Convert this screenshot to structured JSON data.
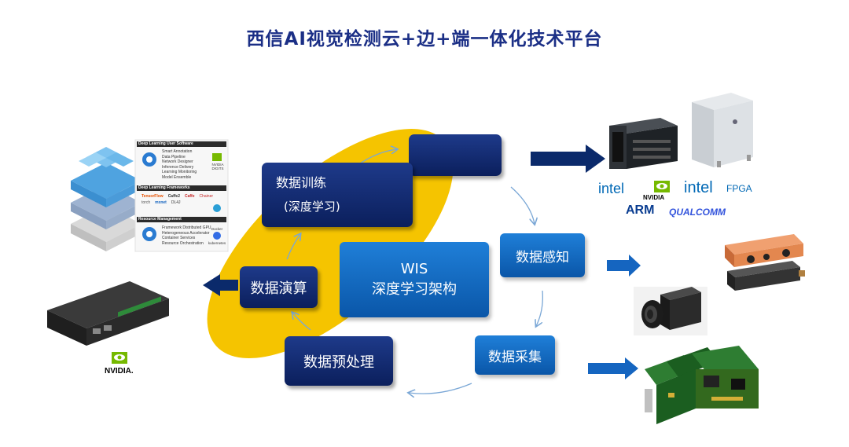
{
  "title": "西信AI视觉检测云+边+端一体化技术平台",
  "nodes": {
    "training": {
      "line1": "数据训练",
      "line2": "(深度学习)"
    },
    "sensing": "数据感知",
    "collection": "数据采集",
    "preprocess": "数据预处理",
    "inference": "数据演算",
    "center": {
      "line1": "WIS",
      "line2": "深度学习架构"
    }
  },
  "logos": {
    "intel": "intel",
    "nvidia": "NVIDIA",
    "fpga": "FPGA",
    "arm": "ARM",
    "qualcomm": "QUALCOMM",
    "nvidia_bottom": "NVIDIA."
  },
  "software_panel": {
    "sections": [
      "Deep Learning User Software",
      "Deep Learning Frameworks",
      "Resource Management"
    ],
    "user_software_items": [
      "Smart Annotation",
      "Data Pipeline",
      "Network Designer",
      "Inference Delivery",
      "Learning Monitoring",
      "Model Ensemble"
    ],
    "framework_items": [
      "TensorFlow",
      "Caffe2",
      "Caffe",
      "Chainer",
      "torch",
      "mxnet",
      "DL4J"
    ],
    "resource_items": [
      "Framework Distributed GPU",
      "Heterogeneous Accelerator",
      "Container Services",
      "Resource Orchestration"
    ],
    "side_labels": [
      "NVIDIA DIGITS",
      "Docker",
      "kubernetes"
    ]
  },
  "colors": {
    "navy": "#0b1f5c",
    "blue": "#0a56a8",
    "ellipse": "#f5c400",
    "title": "#1b2f86"
  }
}
